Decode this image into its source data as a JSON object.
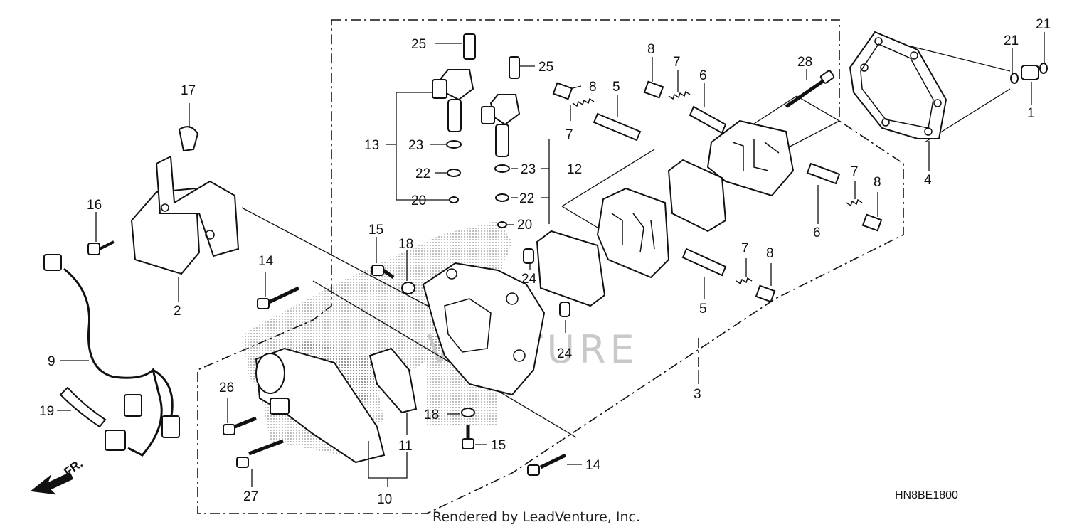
{
  "callouts": {
    "n1": "1",
    "n2": "2",
    "n3": "3",
    "n4": "4",
    "n5a": "5",
    "n5b": "5",
    "n6a": "6",
    "n6b": "6",
    "n7a": "7",
    "n7b": "7",
    "n7c": "7",
    "n7d": "7",
    "n8a": "8",
    "n8b": "8",
    "n8c": "8",
    "n8d": "8",
    "n9": "9",
    "n10": "10",
    "n11": "11",
    "n12": "12",
    "n13": "13",
    "n14a": "14",
    "n14b": "14",
    "n15a": "15",
    "n15b": "15",
    "n16": "16",
    "n17": "17",
    "n18a": "18",
    "n18b": "18",
    "n19": "19",
    "n20a": "20",
    "n20b": "20",
    "n21a": "21",
    "n21b": "21",
    "n22a": "22",
    "n22b": "22",
    "n23a": "23",
    "n23b": "23",
    "n24a": "24",
    "n24b": "24",
    "n25a": "25",
    "n25b": "25",
    "n26": "26",
    "n27": "27",
    "n28": "28"
  },
  "direction_label": "FR.",
  "watermark_text": "VENTURE",
  "diagram_code": "HN8BE1800",
  "footer_text": "Rendered by LeadVenture, Inc."
}
